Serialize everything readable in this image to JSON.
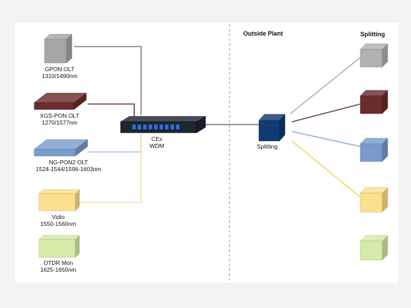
{
  "diagram": {
    "section_titles": {
      "outside_plant": "Outside Plant",
      "splitting_header": "Splitting"
    },
    "sources": [
      {
        "id": "gpon-olt",
        "name": "GPON OLT",
        "spec": "1310/1490nm",
        "color": "#a6a6a6",
        "link_color": "#7f7f7f"
      },
      {
        "id": "xgs-pon-olt",
        "name": "XGS-PON OLT",
        "spec": "1270/1577nm",
        "color": "#6b2c2c",
        "link_color": "#6b3a3a"
      },
      {
        "id": "ng-pon2-olt",
        "name": "NG-PON2 OLT",
        "spec": "1524-1544/1596-1603nm",
        "color": "#7a9ccc",
        "link_color": "#9ab7de"
      },
      {
        "id": "video",
        "name": "Vidio",
        "spec": "1550-1560nm",
        "color": "#fde08e",
        "link_color": "#f0da8c"
      },
      {
        "id": "otdr-mon",
        "name": "OTDR Mon",
        "spec": "1625-1650nm",
        "color": "#d6eaaa",
        "link_color": null
      }
    ],
    "wdm": {
      "name": "CEx",
      "type": "WDM",
      "color": "#1e2633"
    },
    "splitter": {
      "label": "Splitting",
      "color": "#0f3a72"
    },
    "outputs": [
      {
        "id": "out-gpon",
        "color": "#b2b2b2",
        "link_color": "#b0b0b0"
      },
      {
        "id": "out-xgs",
        "color": "#6b2c2c",
        "link_color": "#6b4545"
      },
      {
        "id": "out-ngpon2",
        "color": "#7a9ccc",
        "link_color": "#8fafd6"
      },
      {
        "id": "out-video",
        "color": "#fde08e",
        "link_color": "#eed95a"
      },
      {
        "id": "out-otdr",
        "color": "#d6eaaa",
        "link_color": null
      }
    ],
    "divider_color": "#9aa0a6"
  }
}
